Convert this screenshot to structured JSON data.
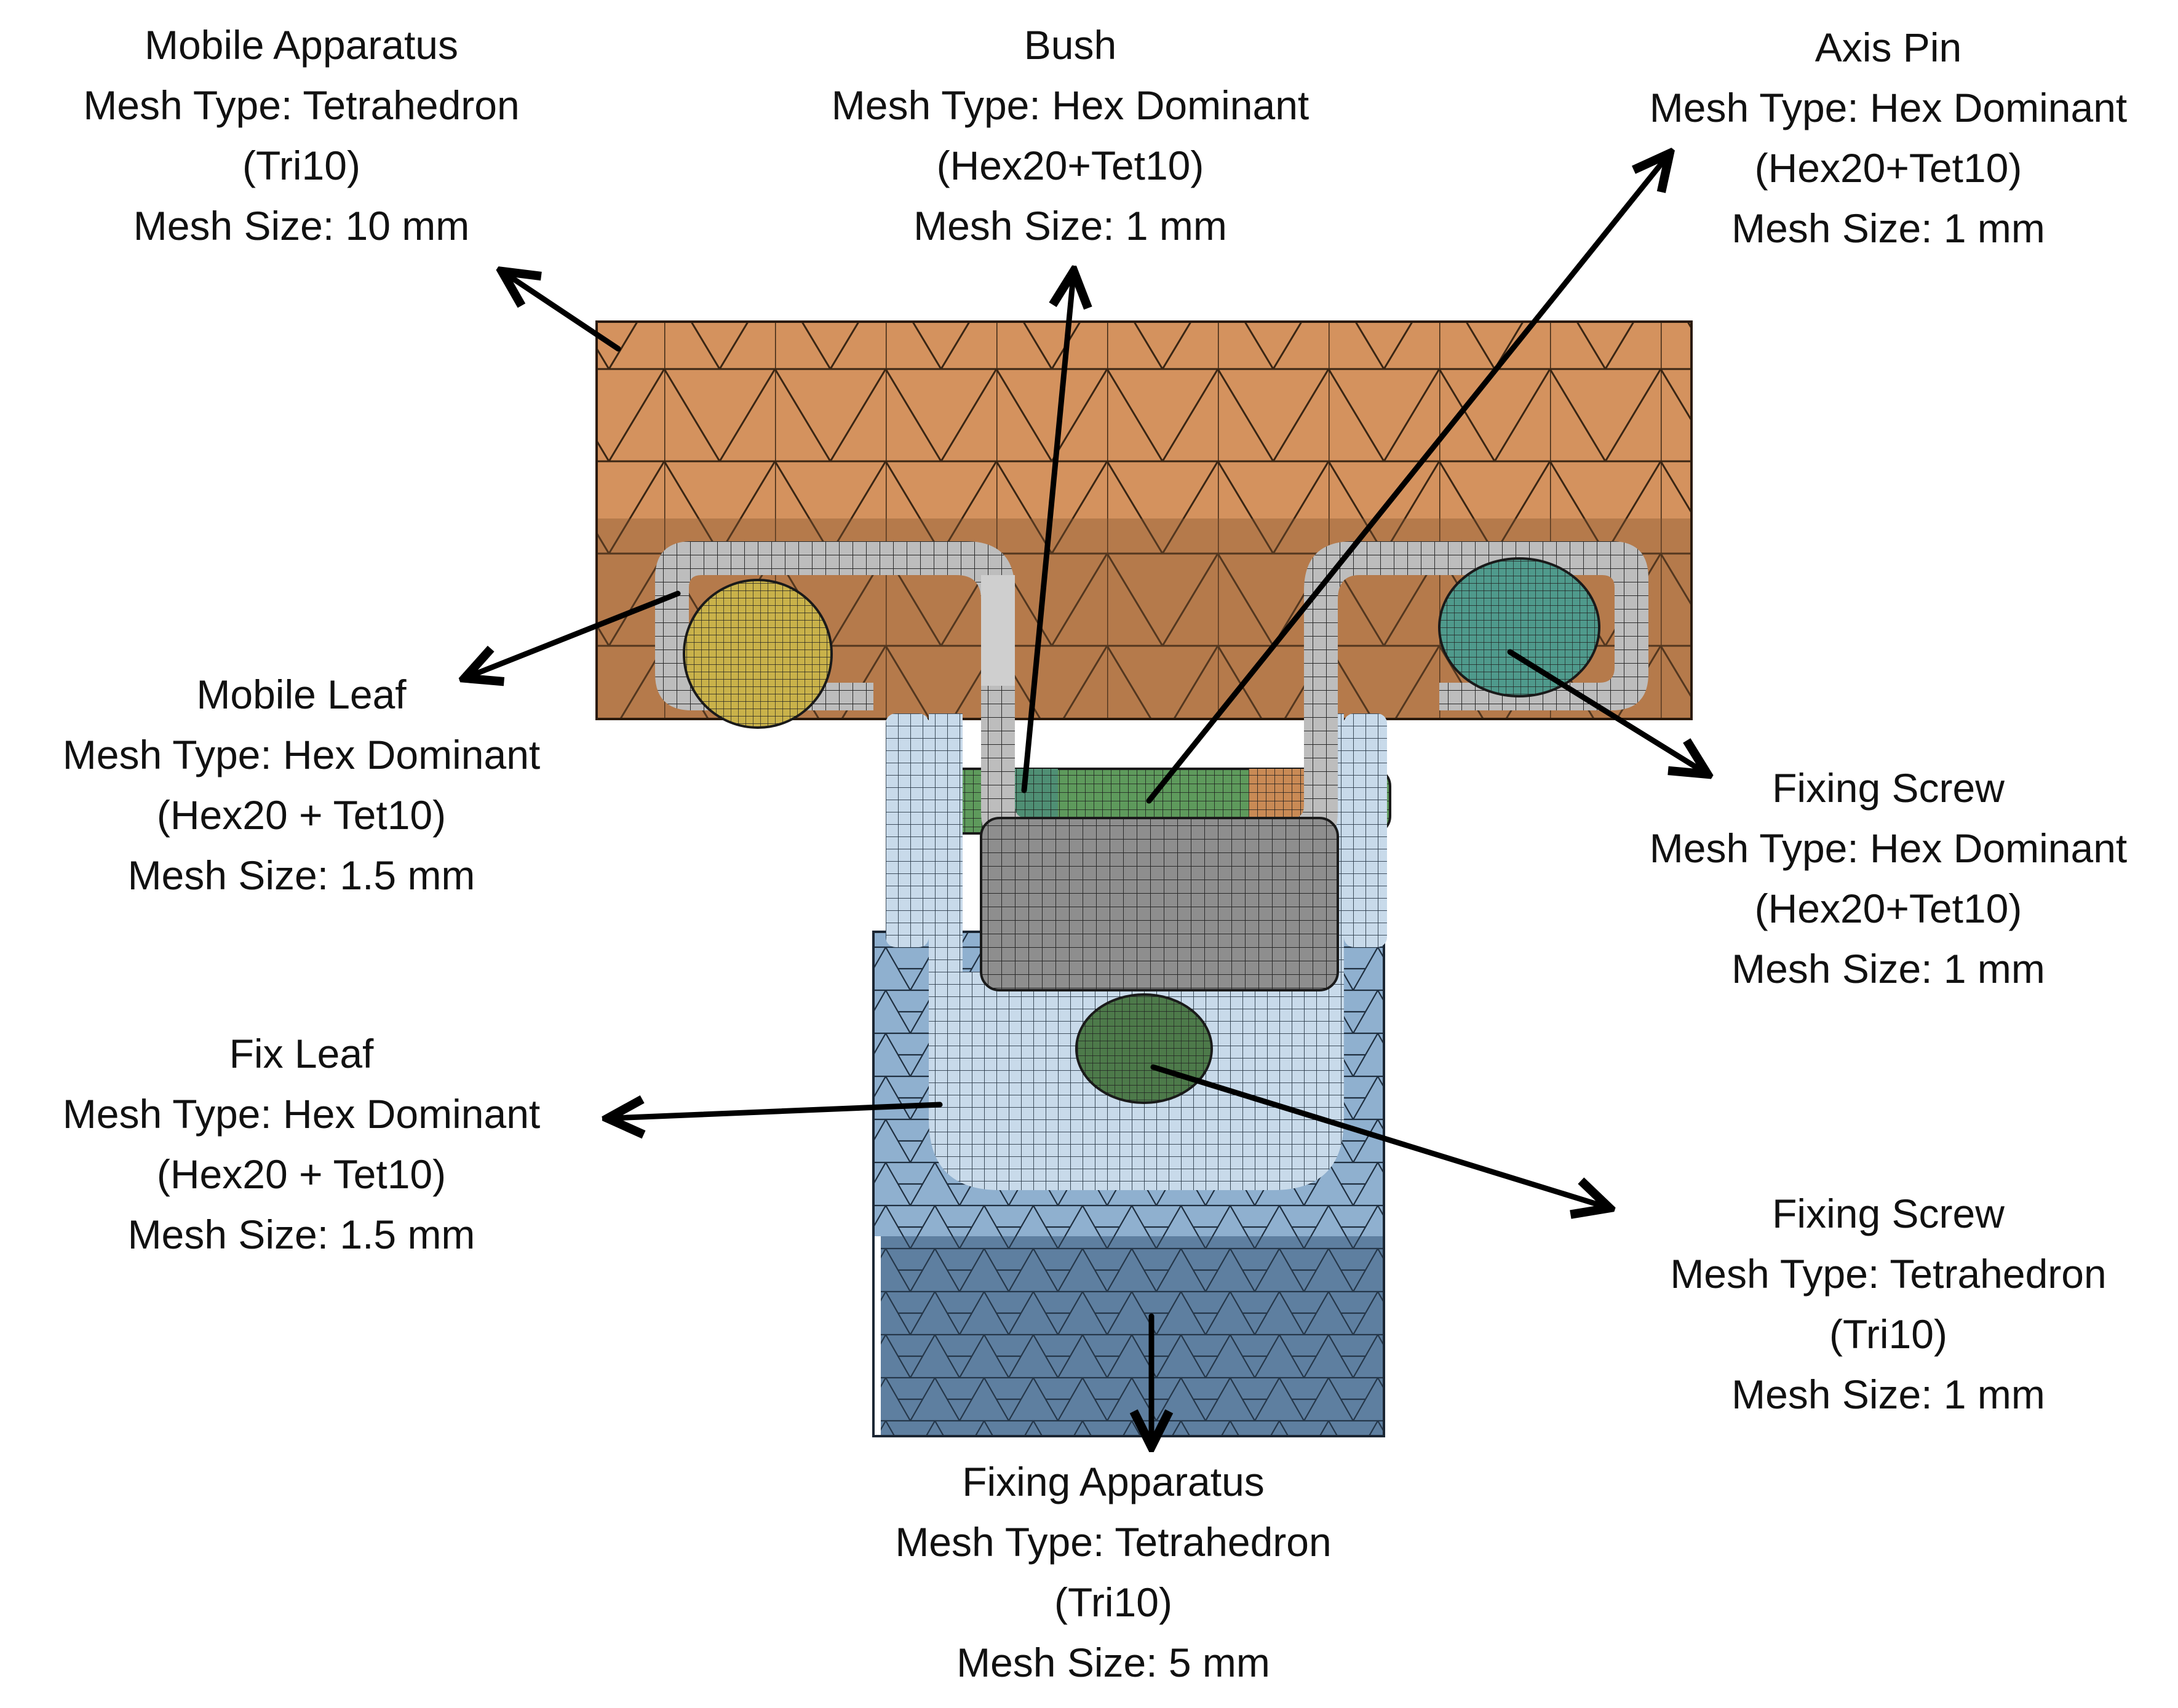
{
  "colors": {
    "mobile_apparatus_top": "#d4925e",
    "mobile_apparatus_bottom": "#b57a4b",
    "fixing_apparatus_top": "#8fb0cf",
    "fixing_apparatus_bottom": "#5e7fa0",
    "mobile_leaf": "#b9b9b9",
    "fix_leaf": "#c8daea",
    "axis_pin": "#5e9a5c",
    "bush": "#4f8f74",
    "screw_left": "#c9b24a",
    "screw_right": "#4f9a8c",
    "screw_bottom": "#4d7a4a",
    "mesh_line": "#222222",
    "arrow": "#000000"
  },
  "callouts": {
    "mobile_apparatus": {
      "part": "Mobile Apparatus",
      "mesh_type": "Mesh Type: Tetrahedron",
      "element": "(Tri10)",
      "mesh_size": "Mesh Size: 10 mm"
    },
    "bush": {
      "part": "Bush",
      "mesh_type": "Mesh Type: Hex Dominant",
      "element": "(Hex20+Tet10)",
      "mesh_size": "Mesh Size: 1 mm"
    },
    "axis_pin": {
      "part": "Axis Pin",
      "mesh_type": "Mesh Type: Hex Dominant",
      "element": "(Hex20+Tet10)",
      "mesh_size": "Mesh Size: 1 mm"
    },
    "mobile_leaf": {
      "part": "Mobile Leaf",
      "mesh_type": "Mesh Type: Hex Dominant",
      "element": "(Hex20 + Tet10)",
      "mesh_size": "Mesh Size: 1.5 mm"
    },
    "fixing_screw_top": {
      "part": "Fixing Screw",
      "mesh_type": "Mesh Type: Hex Dominant",
      "element": "(Hex20+Tet10)",
      "mesh_size": "Mesh Size: 1 mm"
    },
    "fix_leaf": {
      "part": "Fix Leaf",
      "mesh_type": "Mesh Type: Hex Dominant",
      "element": "(Hex20 + Tet10)",
      "mesh_size": "Mesh Size: 1.5 mm"
    },
    "fixing_screw_bottom": {
      "part": "Fixing Screw",
      "mesh_type": "Mesh Type: Tetrahedron",
      "element": "(Tri10)",
      "mesh_size": "Mesh Size: 1 mm"
    },
    "fixing_apparatus": {
      "part": "Fixing Apparatus",
      "mesh_type": "Mesh Type: Tetrahedron",
      "element": "(Tri10)",
      "mesh_size": "Mesh Size: 5 mm"
    }
  }
}
